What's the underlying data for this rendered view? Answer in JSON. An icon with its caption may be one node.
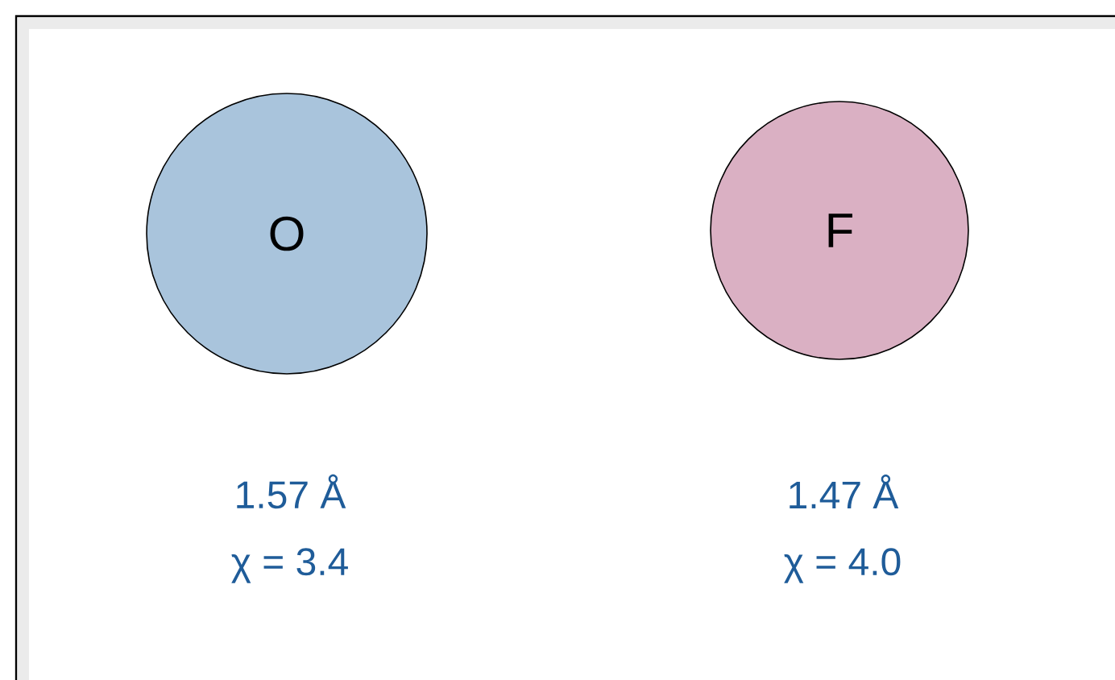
{
  "diagram": {
    "nodes": [
      {
        "text": [
          "O"
        ],
        "beside": [
          "1.57 Å",
          "χ = 3.4"
        ]
      },
      {
        "text": [
          "F"
        ],
        "beside": [
          "1.47 Å",
          "χ = 4.0"
        ]
      }
    ]
  }
}
